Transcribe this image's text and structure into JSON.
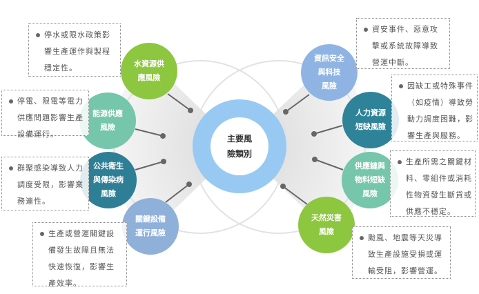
{
  "center": {
    "title": "主要風\n險類別",
    "color": "#98c9f3"
  },
  "risks": [
    {
      "label": "水資源供\n應風險",
      "color": "#8dc63f",
      "desc": "停水或限水政策影響生產運作與製程穩定性。"
    },
    {
      "label": "能源供應\n風險",
      "color": "#76c6ab",
      "desc": "停電、限電等電力供應問題影響生產設備運行。"
    },
    {
      "label": "公共衛生\n與傳染病\n風險",
      "color": "#2e7f96",
      "desc": "群聚感染導致人力調度受限，影響業務連性。"
    },
    {
      "label": "關鍵設備\n運行風險",
      "color": "#8fb0d8",
      "desc": "生產或營運關鍵設備發生故障且無法快速恢復，影響生產效率。"
    },
    {
      "label": "資訊安全\n與科技\n風險",
      "color": "#8fb4e3",
      "desc": "資安事件、惡意攻擊或系統故障導致營運中斷。"
    },
    {
      "label": "人力資源\n短缺風險",
      "color": "#2e8399",
      "desc": "因缺工或特殊事件（如疫情）導致勞動力調度困難，影響生產與服務。"
    },
    {
      "label": "供應鏈與\n物料短缺\n風險",
      "color": "#76c6ab",
      "desc": "生產所需之關鍵材料、零組件或消耗性物資發生斷貨或供應不穩定。"
    },
    {
      "label": "天然災害\n風險",
      "color": "#8dc63f",
      "desc": "颱風、地震等天災導致生產設施受損或運輸受阻，影響營運。"
    }
  ]
}
